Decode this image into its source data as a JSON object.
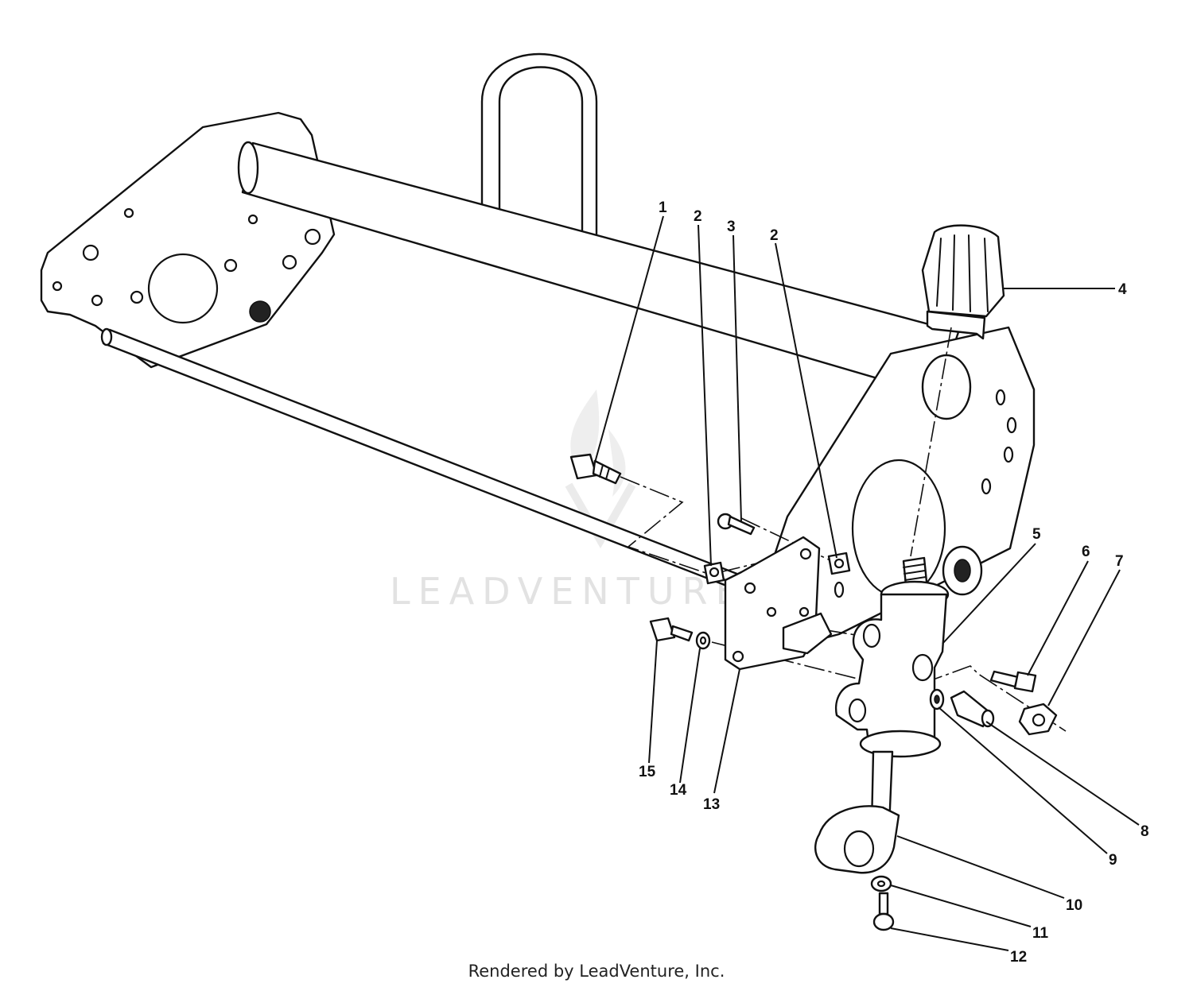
{
  "callouts": [
    {
      "num": "1"
    },
    {
      "num": "2"
    },
    {
      "num": "3"
    },
    {
      "num": "2"
    },
    {
      "num": "4"
    },
    {
      "num": "5"
    },
    {
      "num": "6"
    },
    {
      "num": "7"
    },
    {
      "num": "8"
    },
    {
      "num": "9"
    },
    {
      "num": "10"
    },
    {
      "num": "11"
    },
    {
      "num": "12"
    },
    {
      "num": "13"
    },
    {
      "num": "14"
    },
    {
      "num": "15"
    }
  ],
  "watermark": "LEADVENTURE",
  "credit": "Rendered by LeadVenture, Inc."
}
